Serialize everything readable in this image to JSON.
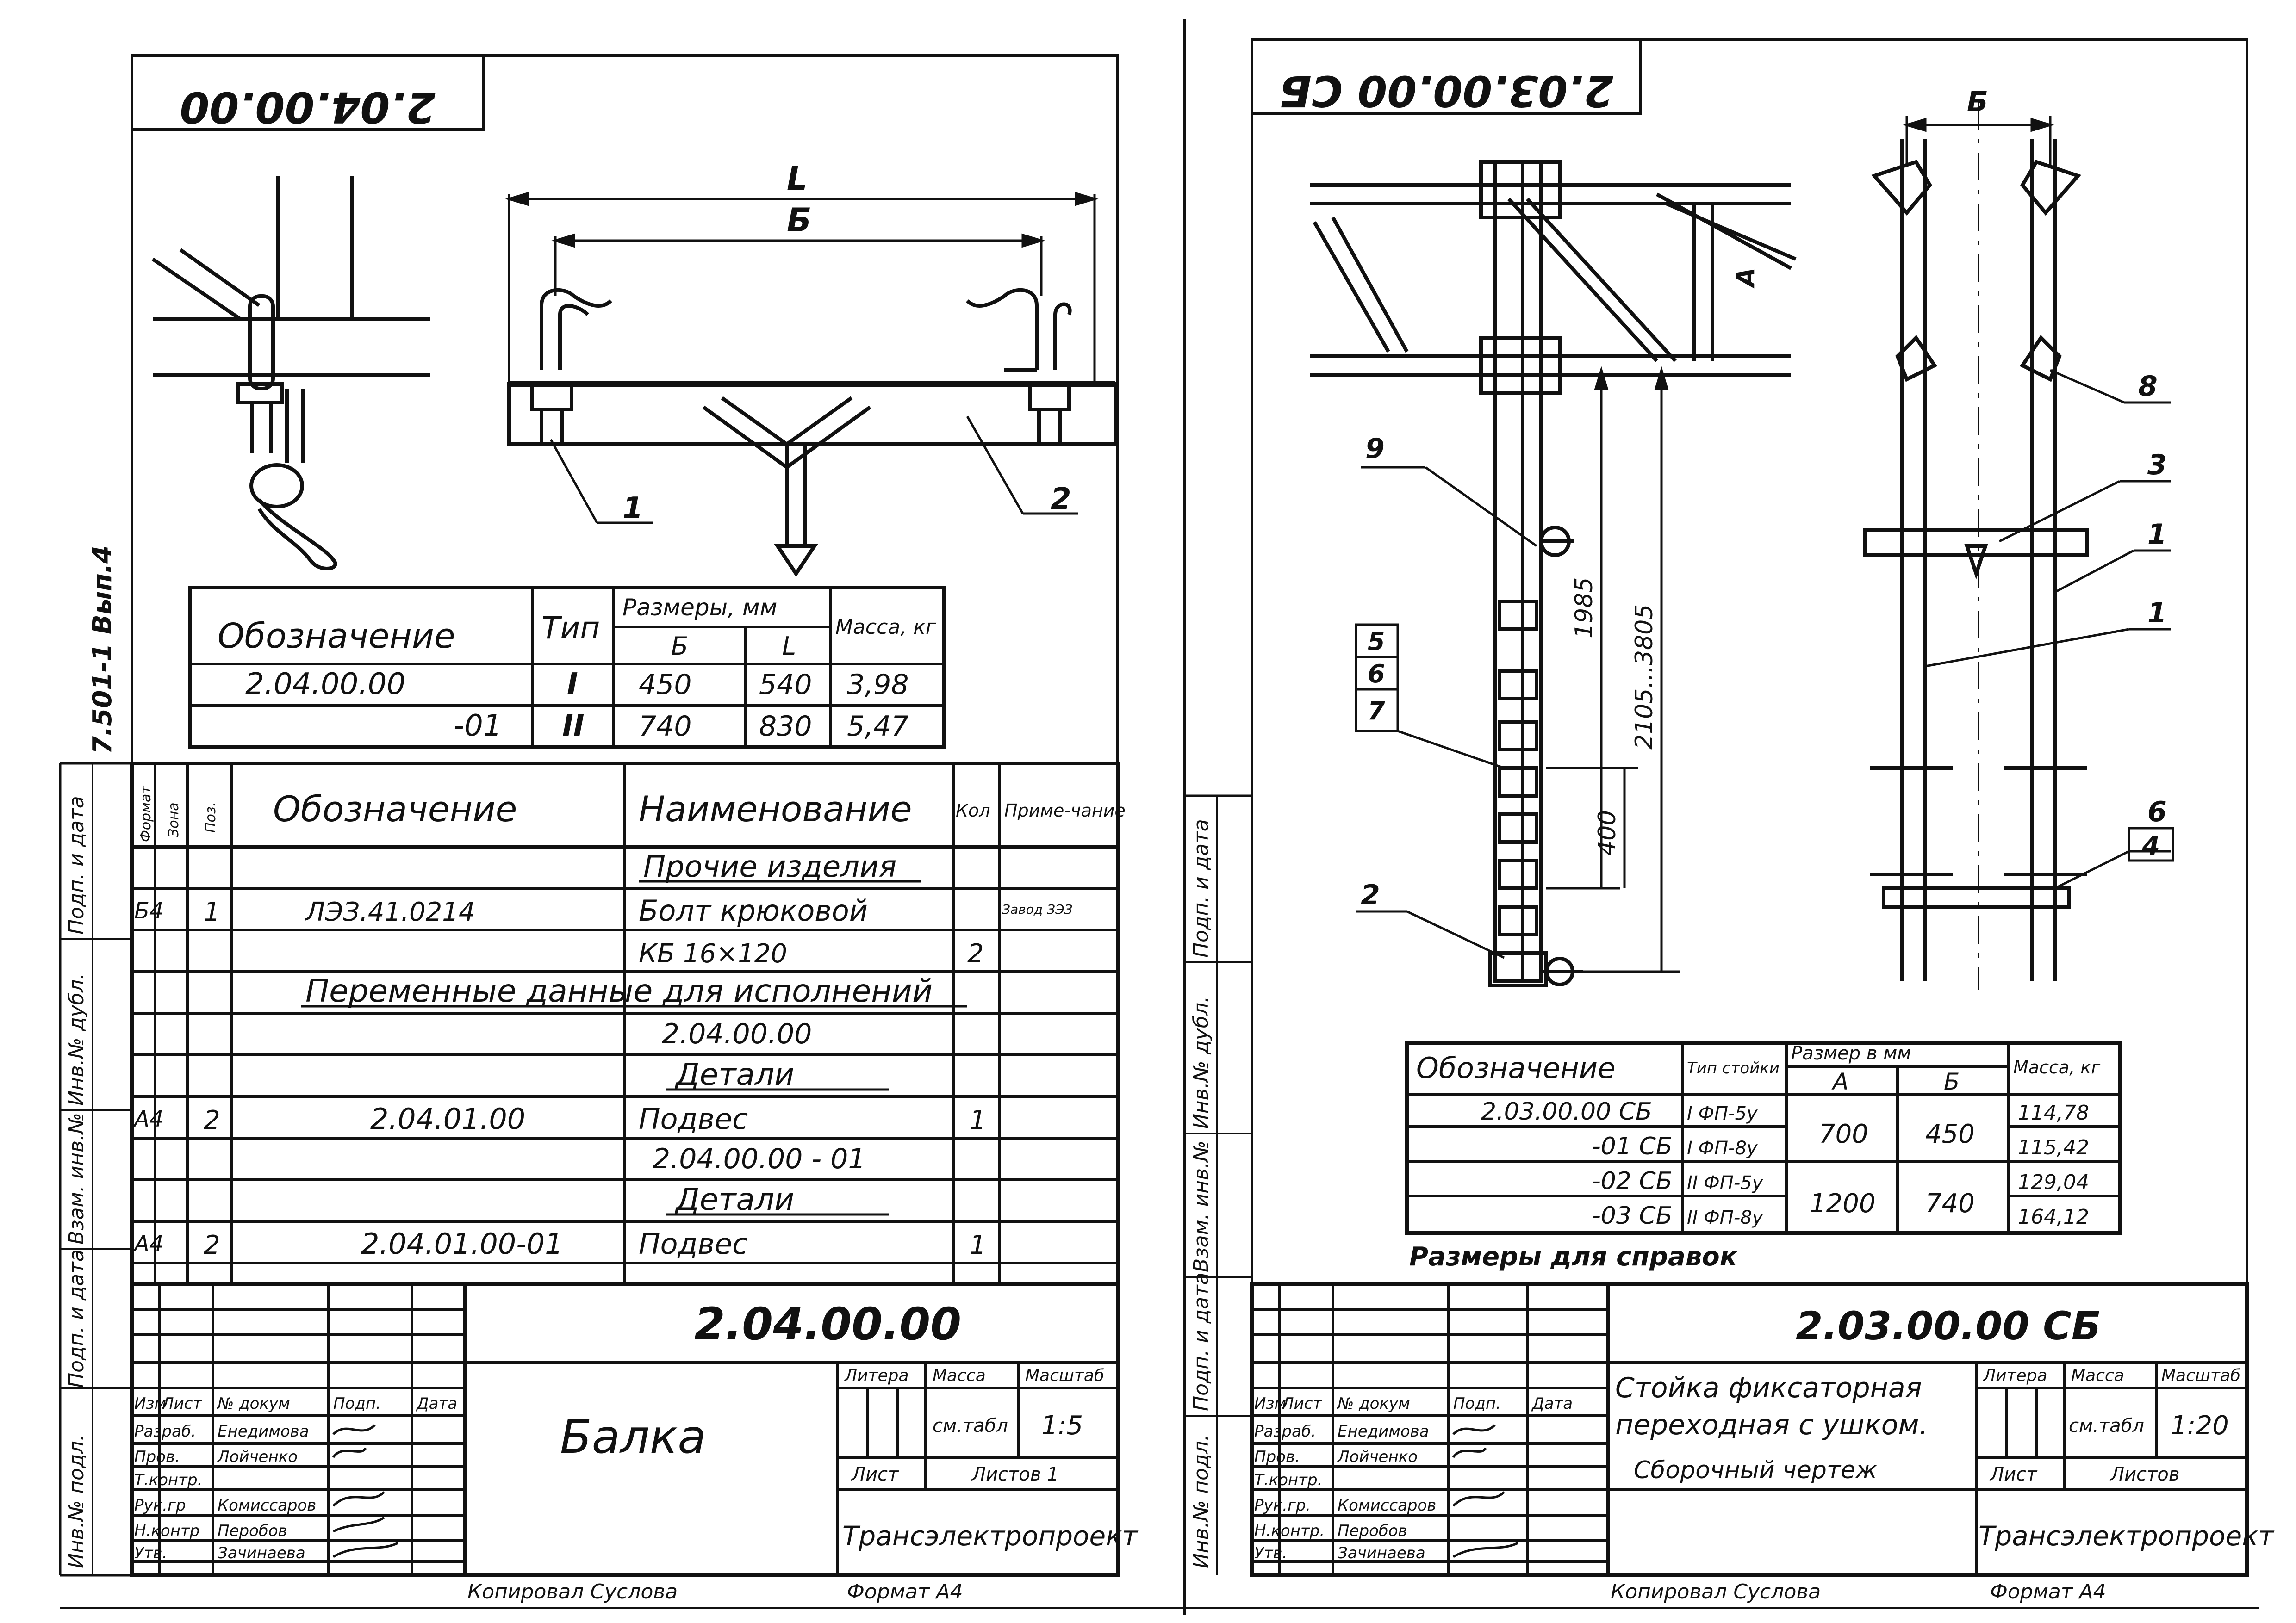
{
  "left_sheet": {
    "corner_code": "2.04.00.00",
    "side_note": "7.501-1 Вып.4",
    "side_labels": [
      "Инв.№ подл.",
      "Подп. и дата",
      "Взам. инв.№",
      "Инв.№ дубл.",
      "Подп. и дата"
    ],
    "leaders": [
      "1",
      "2"
    ],
    "dims": {
      "L": "L",
      "B": "Б"
    },
    "size_table": {
      "headers": {
        "designation": "Обозначение",
        "type": "Тип",
        "dims": "Размеры, мм",
        "dim_b": "Б",
        "dim_l": "L",
        "mass": "Масса, кг"
      },
      "rows": [
        {
          "designation": "2.04.00.00",
          "type": "I",
          "b": "450",
          "l": "540",
          "mass": "3,98"
        },
        {
          "designation": "-01",
          "type": "II",
          "b": "740",
          "l": "830",
          "mass": "5,47"
        }
      ]
    },
    "spec": {
      "headers": {
        "format": "Формат",
        "zone": "Зона",
        "pos": "Поз.",
        "designation": "Обозначение",
        "name": "Наименование",
        "qty": "Кол",
        "note": "Приме-чание"
      },
      "rows": [
        {
          "format": "",
          "pos": "",
          "designation": "",
          "name": "Прочие изделия",
          "qty": "",
          "note": "",
          "underline": true
        },
        {
          "format": "Б4",
          "pos": "1",
          "designation": "ЛЭЗ.41.0214",
          "name": "Болт крюковой",
          "qty": "",
          "note": "Завод ЗЭЗ"
        },
        {
          "format": "",
          "pos": "",
          "designation": "",
          "name": "КБ 16×120",
          "qty": "2",
          "note": ""
        },
        {
          "wide": "Переменные данные для исполнений"
        },
        {
          "format": "",
          "pos": "",
          "designation": "",
          "name": "2.04.00.00",
          "qty": "",
          "note": ""
        },
        {
          "format": "",
          "pos": "",
          "designation": "",
          "name": "Детали",
          "qty": "",
          "note": "",
          "underline": true
        },
        {
          "format": "А4",
          "pos": "2",
          "designation": "2.04.01.00",
          "name": "Подвес",
          "qty": "1",
          "note": ""
        },
        {
          "format": "",
          "pos": "",
          "designation": "",
          "name": "2.04.00.00 - 01",
          "qty": "",
          "note": ""
        },
        {
          "format": "",
          "pos": "",
          "designation": "",
          "name": "Детали",
          "qty": "",
          "note": "",
          "underline": true
        },
        {
          "format": "А4",
          "pos": "2",
          "designation": "2.04.01.00-01",
          "name": "Подвес",
          "qty": "1",
          "note": ""
        }
      ]
    },
    "title_block": {
      "doc_code": "2.04.00.00",
      "name": "Балка",
      "col_heads": [
        "Изм",
        "Лист",
        "№ докум",
        "Подп.",
        "Дата"
      ],
      "roles": [
        {
          "role": "Разраб.",
          "person": "Енедимова"
        },
        {
          "role": "Пров.",
          "person": "Лойченко"
        },
        {
          "role": "Т.контр.",
          "person": ""
        },
        {
          "role": "Рук.гр",
          "person": "Комиссаров"
        },
        {
          "role": "Н.контр",
          "person": "Перобов"
        },
        {
          "role": "Утв.",
          "person": "Зачинаева"
        }
      ],
      "litera_label": "Литера",
      "mass_label": "Масса",
      "scale_label": "Масштаб",
      "mass_value": "см.табл",
      "scale_value": "1:5",
      "sheet_label": "Лист",
      "sheets_label": "Листов 1",
      "org": "Трансэлектропроект"
    },
    "copied": "Копировал Суслова",
    "format": "Формат А4"
  },
  "right_sheet": {
    "corner_code": "2.03.00.00 СБ",
    "side_labels": [
      "Инв.№ подл.",
      "Подп. и дата",
      "Взам. инв.№",
      "Инв.№ дубл.",
      "Подп. и дата"
    ],
    "leaders": [
      "9",
      "2",
      "8",
      "3",
      "1",
      "1",
      "6"
    ],
    "boxed_positions": [
      "5",
      "6",
      "7",
      "4"
    ],
    "dims": {
      "B": "Б",
      "A": "А",
      "d1": "1985",
      "d2": "2105...3805",
      "d3": "400"
    },
    "size_table": {
      "headers": {
        "designation": "Обозначение",
        "type": "Тип стойки",
        "dims": "Размер в мм",
        "a": "А",
        "b": "Б",
        "mass": "Масса, кг"
      },
      "rows": [
        {
          "designation": "2.03.00.00 СБ",
          "type": "I ФП-5у",
          "mass": "114,78"
        },
        {
          "designation": "-01 СБ",
          "type": "I ФП-8у",
          "mass": "115,42"
        },
        {
          "designation": "-02 СБ",
          "type": "II ФП-5у",
          "mass": "129,04"
        },
        {
          "designation": "-03 СБ",
          "type": "II ФП-8у",
          "mass": "164,12"
        }
      ],
      "groups": [
        {
          "a": "700",
          "b": "450"
        },
        {
          "a": "1200",
          "b": "740"
        }
      ],
      "caption": "Размеры для справок"
    },
    "title_block": {
      "doc_code": "2.03.00.00 СБ",
      "name_line1": "Стойка фиксаторная",
      "name_line2": "переходная с ушком.",
      "name_line3": "Сборочный чертеж",
      "col_heads": [
        "Изм",
        "Лист",
        "№ докум",
        "Подп.",
        "Дата"
      ],
      "roles": [
        {
          "role": "Разраб.",
          "person": "Енедимова"
        },
        {
          "role": "Пров.",
          "person": "Лойченко"
        },
        {
          "role": "Т.контр.",
          "person": ""
        },
        {
          "role": "Рук.гр.",
          "person": "Комиссаров"
        },
        {
          "role": "Н.контр.",
          "person": "Перобов"
        },
        {
          "role": "Утв.",
          "person": "Зачинаева"
        }
      ],
      "litera_label": "Литера",
      "mass_label": "Масса",
      "scale_label": "Масштаб",
      "mass_value": "см.табл",
      "scale_value": "1:20",
      "sheet_label": "Лист",
      "sheets_label": "Листов",
      "org": "Трансэлектропроект"
    },
    "copied": "Копировал Суслова",
    "format": "Формат А4"
  }
}
